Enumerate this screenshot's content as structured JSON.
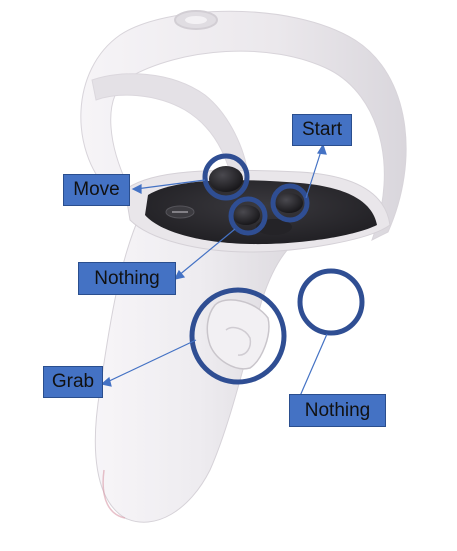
{
  "colors": {
    "label_fill": "#4472c4",
    "ring_stroke": "#2f4e93",
    "leader_line": "#4472c4",
    "controller_body": "#efedf0",
    "controller_face": "#2b2a2e"
  },
  "labels": {
    "move": "Move",
    "start": "Start",
    "nothing_face": "Nothing",
    "grab": "Grab",
    "nothing_trigger": "Nothing"
  },
  "icons": {
    "controller": "vr-controller-illustration",
    "ring": "highlight-ring"
  }
}
